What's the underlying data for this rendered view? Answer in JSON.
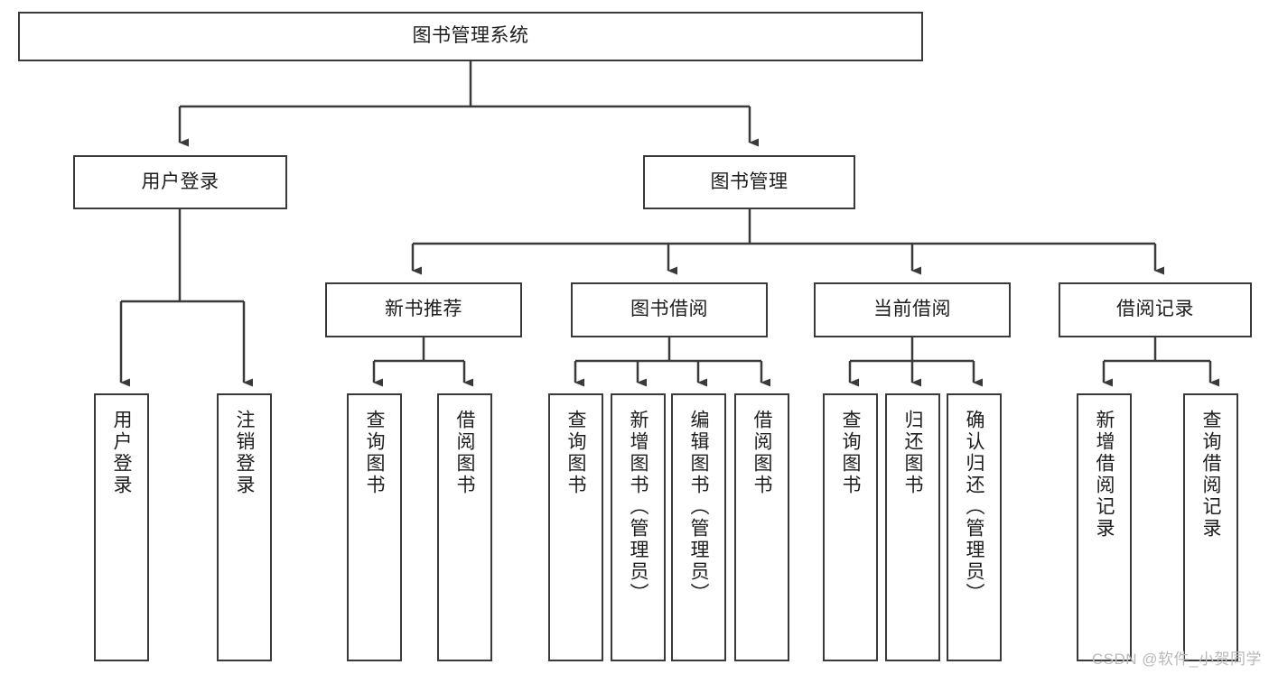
{
  "diagram": {
    "title": "图书管理系统",
    "watermark": "CSDN @软件_小贺同学",
    "stroke_color": "#3a3a3a",
    "text_color": "#1d1d1d",
    "background": "#ffffff",
    "nodes": {
      "root": "图书管理系统",
      "user_login": "用户登录",
      "book_manage": "图书管理",
      "new_book_rec": "新书推荐",
      "book_borrow": "图书借阅",
      "current_borrow": "当前借阅",
      "borrow_record": "借阅记录",
      "leaf_user_login": "用户登录",
      "leaf_user_logout": "注销登录",
      "leaf_nbr_query": "查询图书",
      "leaf_nbr_borrow": "借阅图书",
      "leaf_bb_query": "查询图书",
      "leaf_bb_add": "新增图书（管理员）",
      "leaf_bb_edit": "编辑图书（管理员）",
      "leaf_bb_borrow": "借阅图书",
      "leaf_cb_query": "查询图书",
      "leaf_cb_return": "归还图书",
      "leaf_cb_confirm": "确认归还（管理员）",
      "leaf_br_add": "新增借阅记录",
      "leaf_br_query": "查询借阅记录"
    }
  }
}
